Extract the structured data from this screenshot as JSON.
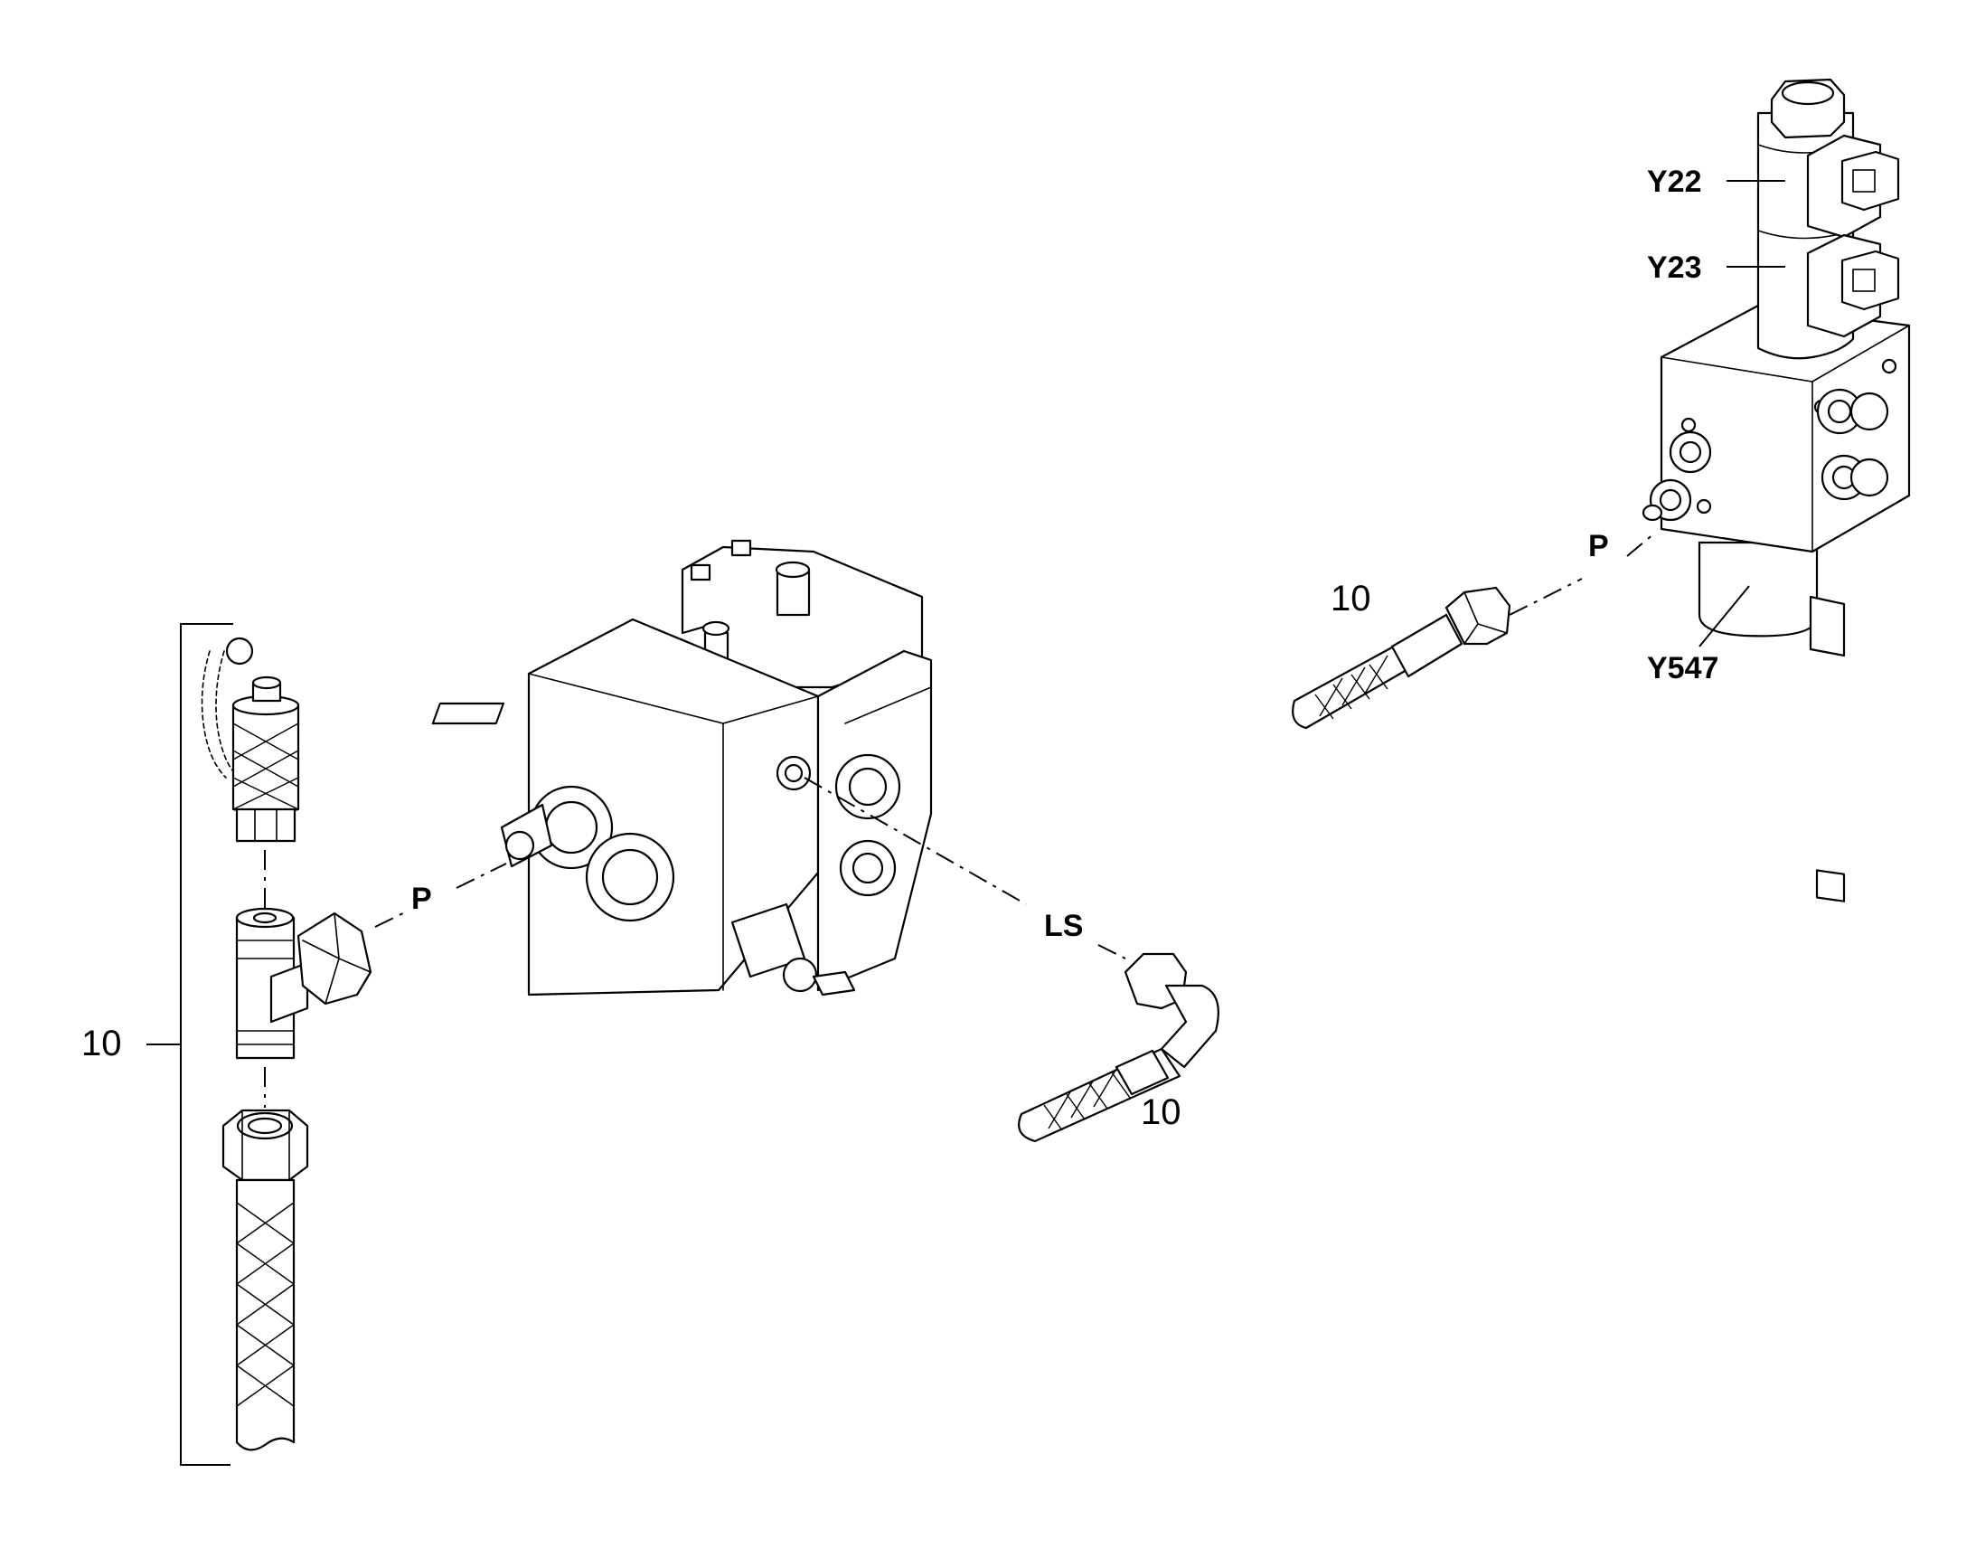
{
  "labels": {
    "y22": "Y22",
    "y23": "Y23",
    "y547": "Y547",
    "p_right": "P",
    "p_left": "P",
    "ls": "LS",
    "num_right": "10",
    "num_left": "10",
    "num_center": "10"
  },
  "colors": {
    "line": "#000000",
    "background": "#ffffff"
  }
}
